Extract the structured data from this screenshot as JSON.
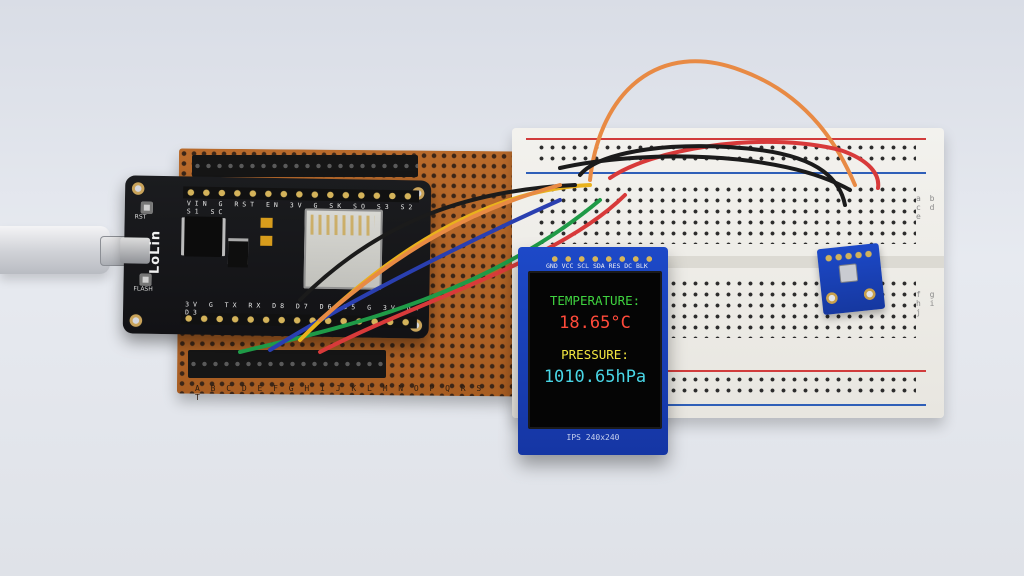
{
  "nodemcu": {
    "brand_label": "LoLin",
    "rst_label": "RST",
    "flash_label": "FLASH",
    "silk_top": "VIN G RST EN 3V G SK SO S3 S2 S1 SC",
    "silk_bottom": "3V G TX RX D8 D7 D6 D5 G 3V D4 D3"
  },
  "perfboard": {
    "row_letters": "A B C D E F G H I J K L M N O P Q R S T"
  },
  "breadboard": {
    "letters_upper": "a b c d e",
    "letters_lower": "f g h i j"
  },
  "display": {
    "pin_labels": "GND VCC SCL SDA RES DC BLK",
    "temperature_label": "TEMPERATURE:",
    "temperature_value": "18.65°C",
    "pressure_label": "PRESSURE:",
    "pressure_value": "1010.65hPa",
    "model_label": "IPS 240x240"
  },
  "colors": {
    "temperature_label": "#3fd23f",
    "temperature_value": "#ff4a3a",
    "pressure_label": "#f2e640",
    "pressure_value": "#49d6e6",
    "wire_colors": [
      "#1f9a47",
      "#2a3fb0",
      "#e9b21c",
      "#d83a3a",
      "#1b1b1b",
      "#e88a44"
    ]
  }
}
